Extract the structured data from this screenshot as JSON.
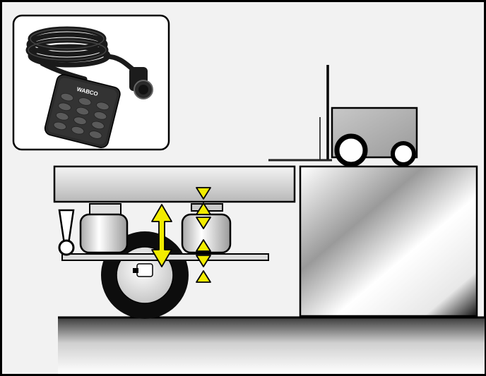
{
  "remote": {
    "brand": "WABCO",
    "key_rows": 4,
    "key_cols": 3
  },
  "colors": {
    "background": "#f2f2f2",
    "outline": "#000000",
    "indicator": "#f2ec00",
    "remote_body": "#2a2a2a",
    "bellows": "#e6e6e6"
  },
  "icons": {
    "remote": "remote-control-icon",
    "forklift": "forklift-icon",
    "height_arrow": "double-arrow-icon",
    "adjust_markers": "triangle-marker-icon"
  }
}
